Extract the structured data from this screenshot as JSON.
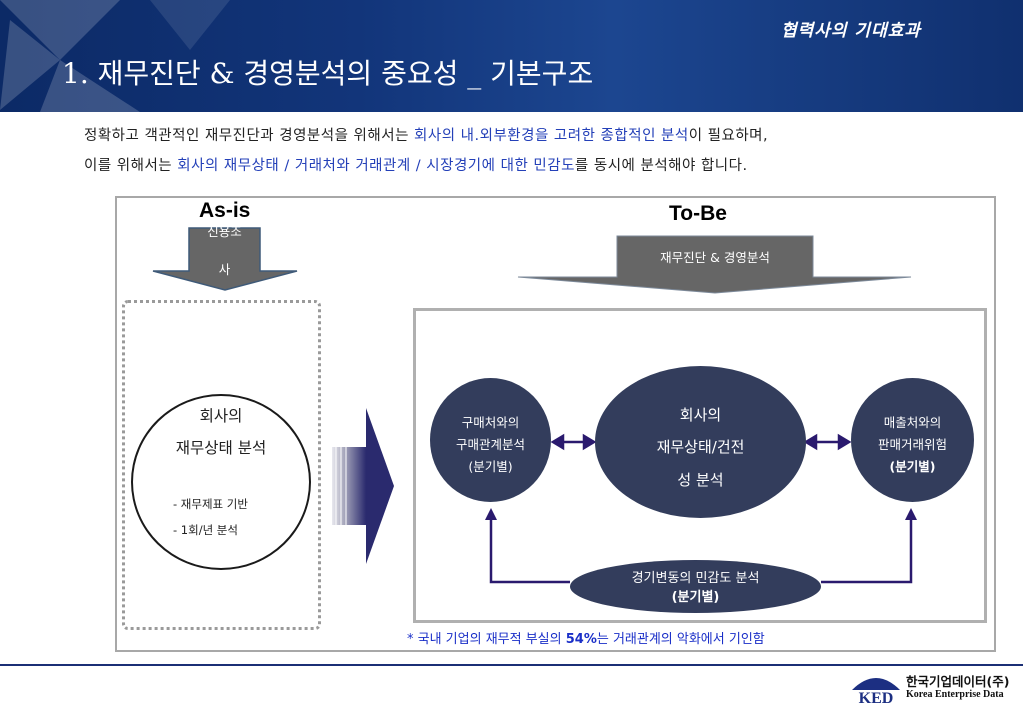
{
  "header": {
    "tag": "협력사의 기대효과",
    "title": "1. 재무진단 & 경영분석의 중요성 _ 기본구조"
  },
  "intro": {
    "line1_a": "정확하고 객관적인 재무진단과 경영분석을 위해서는 ",
    "line1_hl": "회사의 내.외부환경을 고려한 종합적인 분석",
    "line1_b": "이 필요하며,",
    "line2_a": "이를 위해서는 ",
    "line2_hl": "회사의 재무상태 / 거래처와 거래관계 / 시장경기에 대한 민감도",
    "line2_b": "를 동시에 분석해야 합니다."
  },
  "asis": {
    "label": "As-is",
    "arrow_line1": "신용조",
    "arrow_line2": "사",
    "circle_title1": "회사의",
    "circle_title2": "재무상태 분석",
    "bullet1": "- 재무제표 기반",
    "bullet2": "- 1회/년 분석"
  },
  "tobe": {
    "label": "To-Be",
    "arrow_text": "재무진단 & 경영분석",
    "left_node": [
      "구매처와의",
      "구매관계분석",
      "(분기별)"
    ],
    "center_node": [
      "회사의",
      "재무상태/건전",
      "성 분석"
    ],
    "right_node": [
      "매출처와의",
      "판매거래위험",
      "(분기별)"
    ],
    "bottom_node": [
      "경기변동의 민감도 분석",
      "(분기별)"
    ]
  },
  "footnote": {
    "prefix": "* 국내 기업의 재무적 부실의 ",
    "pct": "54%",
    "suffix": "는 거래관계의 악화에서 기인함"
  },
  "logo": {
    "mark": "KED",
    "korean": "한국기업데이터(주)",
    "english": "Korea Enterprise Data"
  },
  "colors": {
    "header_bg": "#12357a",
    "node_fill": "#333d5c",
    "highlight": "#2440b8",
    "arrow_fill": "#666666",
    "connector": "#2a1a6e"
  }
}
